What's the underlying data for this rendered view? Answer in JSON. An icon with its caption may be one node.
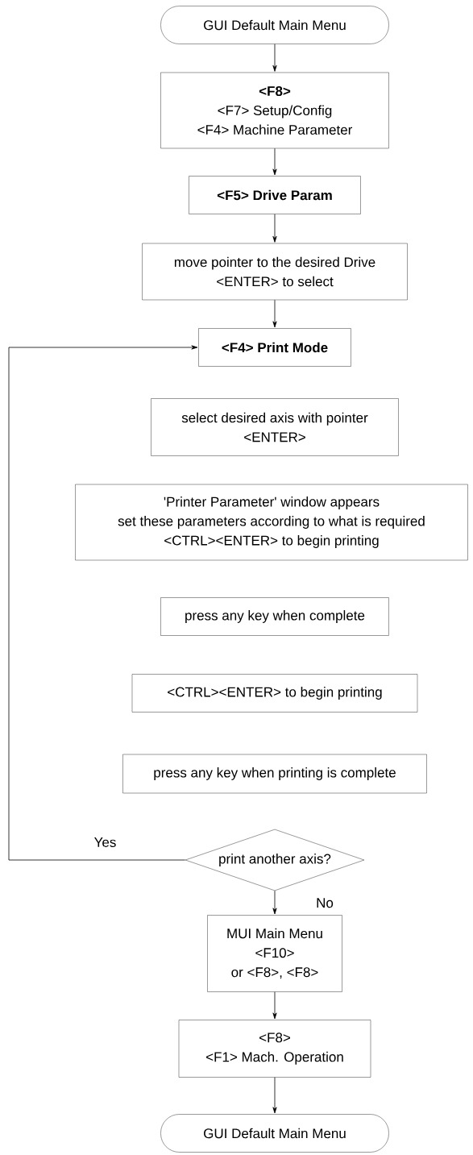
{
  "diagram": {
    "nodes": [
      {
        "text": [
          "GUI Default Main Menu"
        ]
      },
      {
        "text": [
          "<F8>",
          "<F7> Setup/Config",
          "<F4> Machine Parameter"
        ]
      },
      {
        "text": [
          "<F5> Drive Param"
        ]
      },
      {
        "text": [
          "move pointer to the desired Drive",
          "<ENTER> to select"
        ]
      },
      {
        "text": [
          "<F4> Print Mode"
        ]
      },
      {
        "text": [
          "select desired axis with pointer",
          "<ENTER>"
        ]
      },
      {
        "text": [
          "'Printer Parameter' window appears",
          "set these parameters according to what is required",
          "<CTRL><ENTER> to begin printing"
        ]
      },
      {
        "text": [
          "press any key when complete"
        ]
      },
      {
        "text": [
          "<CTRL><ENTER> to begin printing"
        ]
      },
      {
        "text": [
          "press any key when printing is complete"
        ]
      },
      {
        "text": [
          "print another axis?"
        ]
      },
      {
        "text": [
          "MUI Main Menu",
          "<F10>",
          "or <F8>, <F8>"
        ]
      },
      {
        "text": [
          "<F8>",
          "<F1> Mach. Operation"
        ]
      },
      {
        "text": [
          "GUI Default Main Menu"
        ]
      }
    ],
    "edges": [
      {
        "from": 0,
        "to": 1,
        "arrow": "to"
      },
      {
        "from": 1,
        "to": 2,
        "arrow": "to"
      },
      {
        "from": 2,
        "to": 3,
        "arrow": "to"
      },
      {
        "from": 3,
        "to": 4,
        "arrow": "to"
      },
      {
        "from": 10,
        "to": 4,
        "arrow": "to",
        "label": "Yes"
      },
      {
        "from": 10,
        "to": 11,
        "arrow": "to",
        "label": "No"
      },
      {
        "from": 11,
        "to": 12,
        "arrow": "to"
      },
      {
        "from": 12,
        "to": 13,
        "arrow": "to"
      }
    ]
  }
}
